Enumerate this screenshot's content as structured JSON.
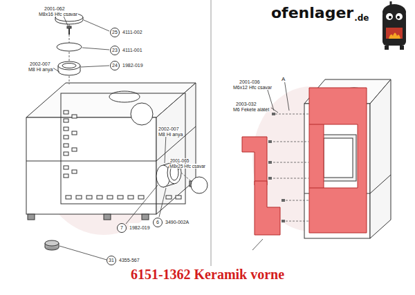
{
  "diagram": {
    "caption": "6151-1362 Keramik vorne",
    "nodes": [
      {
        "text": [
          "25",
          "4111-002"
        ]
      },
      {
        "text": [
          "23",
          "4111-001"
        ]
      },
      {
        "text": [
          "24",
          "1982-019"
        ]
      },
      {
        "text": [
          "6",
          "3490-002A"
        ]
      },
      {
        "text": [
          "7",
          "1982-019"
        ]
      },
      {
        "text": [
          "31",
          "4355-567"
        ]
      }
    ],
    "labels": [
      "2001-062",
      "M8x16 Hfc csavar",
      "2002-007",
      "M8 Hi anya",
      "2002-007",
      "M8 Hi anya",
      "2001-065",
      "M8x25 Hfc csavar",
      "ofenlager",
      ".de",
      "2001-036",
      "M6x12 Hfc csavar",
      "2003-032",
      "M6 Fekete alátét",
      "A"
    ]
  }
}
